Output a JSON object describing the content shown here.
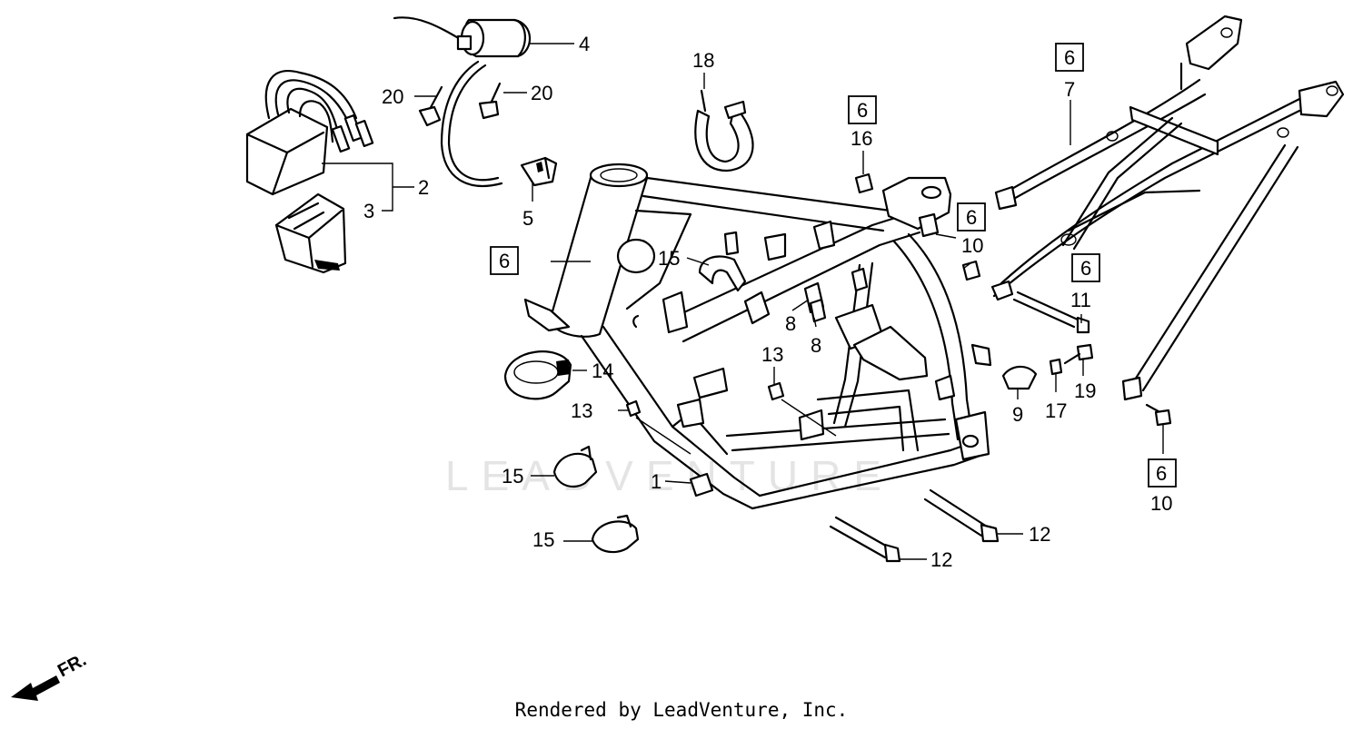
{
  "watermark": "LEADVENTURE",
  "footer": "Rendered by LeadVenture, Inc.",
  "front_marker": "FR.",
  "callouts": {
    "c1": "1",
    "c2": "2",
    "c3": "3",
    "c4": "4",
    "c5": "5",
    "c6a": "6",
    "c6b": "6",
    "c6c": "6",
    "c6d": "6",
    "c6e": "6",
    "c6f": "6",
    "c7": "7",
    "c8a": "8",
    "c8b": "8",
    "c9": "9",
    "c10a": "10",
    "c10b": "10",
    "c11": "11",
    "c12a": "12",
    "c12b": "12",
    "c13a": "13",
    "c13b": "13",
    "c14": "14",
    "c15a": "15",
    "c15b": "15",
    "c15c": "15",
    "c16": "16",
    "c17": "17",
    "c18": "18",
    "c19": "19",
    "c20a": "20",
    "c20b": "20"
  }
}
